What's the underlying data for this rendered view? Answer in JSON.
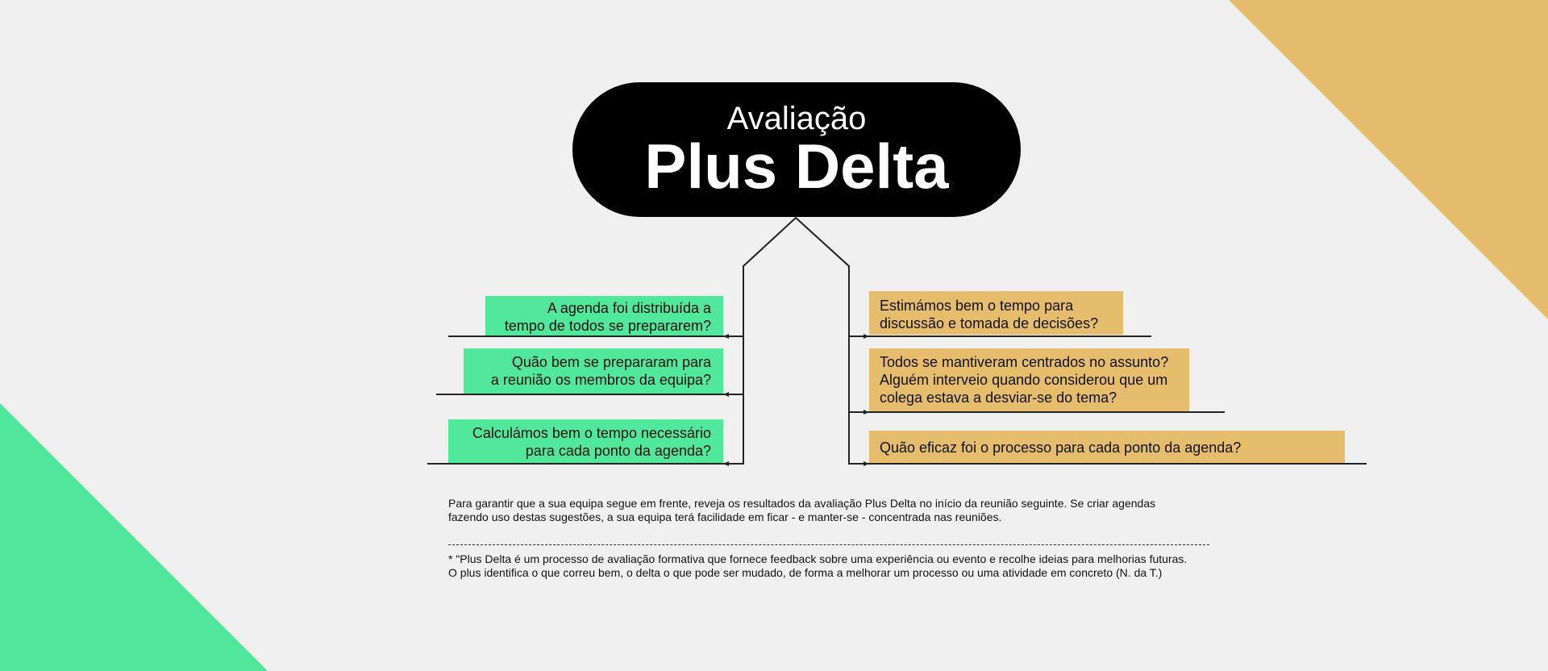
{
  "colors": {
    "background": "#f0f0f0",
    "plus_green": "#52e89c",
    "delta_orange": "#e6bd6c",
    "title_bg": "#000000",
    "title_text": "#ffffff"
  },
  "title": {
    "subtitle": "Avaliação",
    "main": "Plus Delta"
  },
  "plus_items": [
    "A agenda foi distribuída a\ntempo de todos se prepararem?",
    "Quão bem se prepararam para\na reunião os membros da equipa?",
    "Calculámos bem o tempo necessário\npara cada ponto da agenda?"
  ],
  "delta_items": [
    "Estimámos bem o tempo para\ndiscussão e tomada de decisões?",
    "Todos se mantiveram centrados no assunto?\nAlguém interveio quando considerou que um\ncolega estava a desviar-se do tema?",
    "Quão eficaz foi o processo para cada ponto da agenda?"
  ],
  "footer": {
    "paragraph": "Para garantir que a sua equipa segue em frente, reveja os resultados da avaliação Plus Delta no início da reunião seguinte. Se criar agendas\nfazendo uso destas sugestões, a sua equipa terá facilidade em ficar - e manter-se - concentrada nas reuniões.",
    "footnote": "* \"Plus Delta é um processo de avaliação formativa que fornece feedback sobre uma experiência ou evento e recolhe ideias para melhorias futuras.\nO plus identifica o que correu bem, o delta o que pode ser mudado, de forma a melhorar um processo ou uma atividade em concreto (N. da T.)"
  }
}
